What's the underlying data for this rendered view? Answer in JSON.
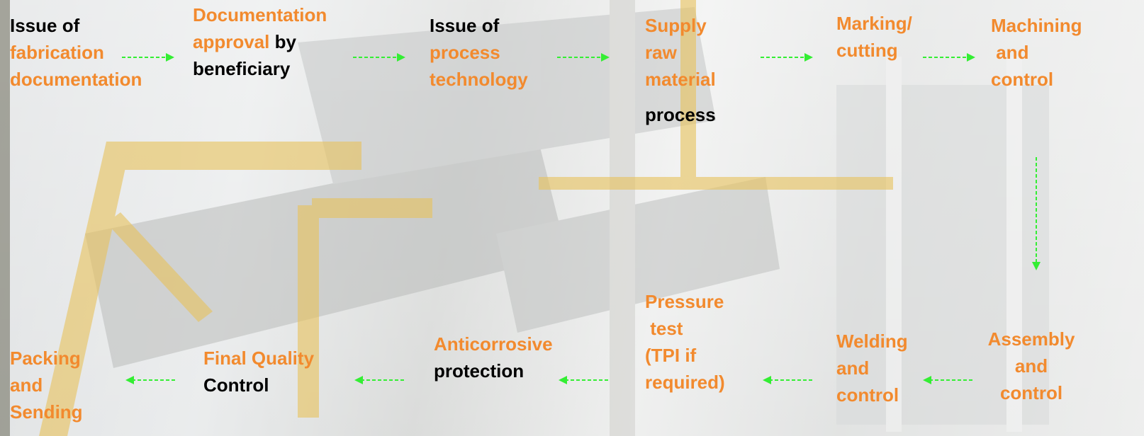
{
  "colors": {
    "orange": "#f28a2e",
    "black": "#000000",
    "arrow": "#33ee33"
  },
  "steps": {
    "s1": {
      "l1": "Issue of",
      "l2": "fabrication",
      "l3": "documentation"
    },
    "s2": {
      "l1": "Documentation",
      "l2a": "approval",
      "l2b": " by",
      "l3": "beneficiary"
    },
    "s3": {
      "l1": "Issue of",
      "l2": "process",
      "l3": "technology"
    },
    "s4": {
      "l1": "Supply",
      "l2": "raw",
      "l3": "material",
      "l4": "process"
    },
    "s5": {
      "l1": "Marking/",
      "l2": "cutting"
    },
    "s6": {
      "l1": "Machining",
      "l2": " and",
      "l3": "control"
    },
    "s7": {
      "l1": "Assembly",
      "l2": "and",
      "l3": "control"
    },
    "s8": {
      "l1": "Welding",
      "l2": "and",
      "l3": "control"
    },
    "s9": {
      "l1": "Pressure",
      "l2": " test",
      "l3": "(TPI if",
      "l4": "required)"
    },
    "s10": {
      "l1": "Anticorrosive",
      "l2": "protection"
    },
    "s11": {
      "l1": "Final Quality",
      "l2": "Control"
    },
    "s12": {
      "l1": "Packing",
      "l2": "and",
      "l3": "Sending"
    }
  }
}
